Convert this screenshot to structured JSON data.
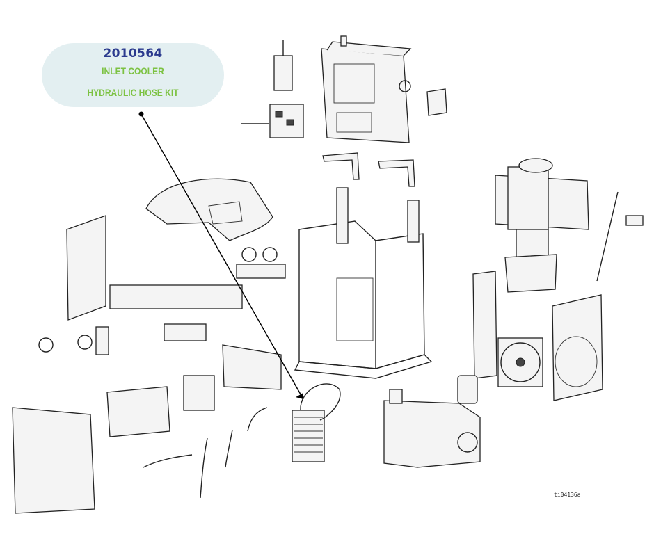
{
  "callout": {
    "part_number": "2010564",
    "line1": "INLET COOLER",
    "line2": "HYDRAULIC HOSE KIT",
    "bg_color": "#e3eff1",
    "part_number_color": "#2b3a8e",
    "text_color": "#7cc242"
  },
  "figure_id": "ti04136a"
}
